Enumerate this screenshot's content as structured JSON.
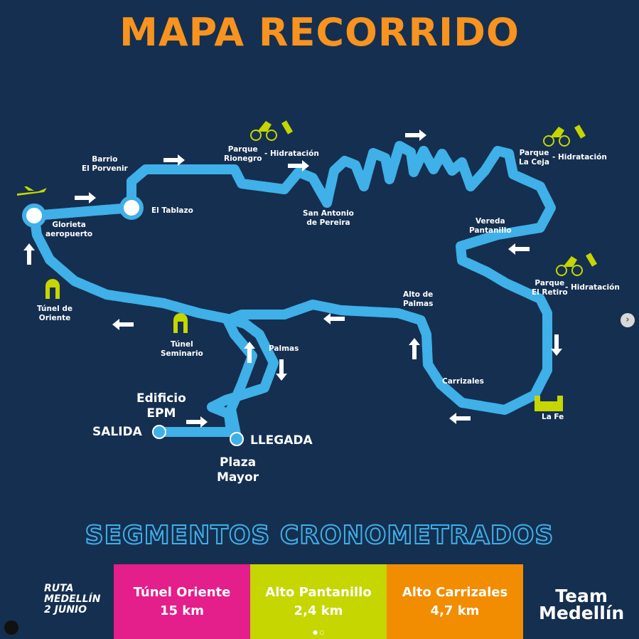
{
  "title": "MAPA RECORRIDO",
  "subtitle": "SEGMENTOS CRONOMETRADOS",
  "colors": {
    "background": "#152f50",
    "route": "#3fb0e8",
    "title": "#f7931e",
    "accent_green": "#c5d600"
  },
  "places": {
    "barrio": "Barrio\nEl Porvenir",
    "tablazo": "El Tablazo",
    "glorieta": "Glorieta\naeropuerto",
    "rionegro": "Parque\nRionegro",
    "hid1": "- Hidratación",
    "san_antonio": "San Antonio\nde Pereira",
    "la_ceja": "Parque\nLa Ceja",
    "hid2": "- Hidratación",
    "pantanillo": "Vereda\nPantanillo",
    "retiro": "Parque\nEl Retiro",
    "hid3": "- Hidratación",
    "alto_palmas": "Alto de\nPalmas",
    "carrizales": "Carrizales",
    "la_fe": "La Fe",
    "palmas": "Palmas",
    "tunel_oriente": "Túnel de\nOriente",
    "tunel_seminario": "Túnel\nSeminario",
    "edificio": "Edificio\nEPM",
    "salida": "SALIDA",
    "llegada": "LLEGADA",
    "plaza": "Plaza\nMayor"
  },
  "segments": [
    {
      "name": "Túnel Oriente",
      "distance": "15 km",
      "color": "#e41e8b"
    },
    {
      "name": "Alto Pantanillo",
      "distance": "2,4 km",
      "color": "#c5d600"
    },
    {
      "name": "Alto Carrizales",
      "distance": "4,7 km",
      "color": "#f28c00"
    }
  ],
  "brand_left": "RUTA\nMEDELLÍN\n2 JUNIO",
  "brand_right": "Team\nMedellín",
  "next_icon": "chevron-right-icon"
}
